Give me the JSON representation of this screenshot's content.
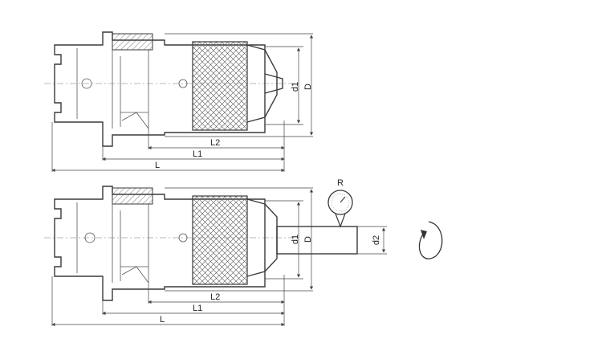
{
  "labels": {
    "L": "L",
    "L1": "L1",
    "L2": "L2",
    "d1": "d1",
    "D": "D",
    "d2": "d2",
    "R": "R"
  },
  "colors": {
    "line": "#3a3a3a",
    "hatch": "#555555",
    "background": "#ffffff"
  }
}
